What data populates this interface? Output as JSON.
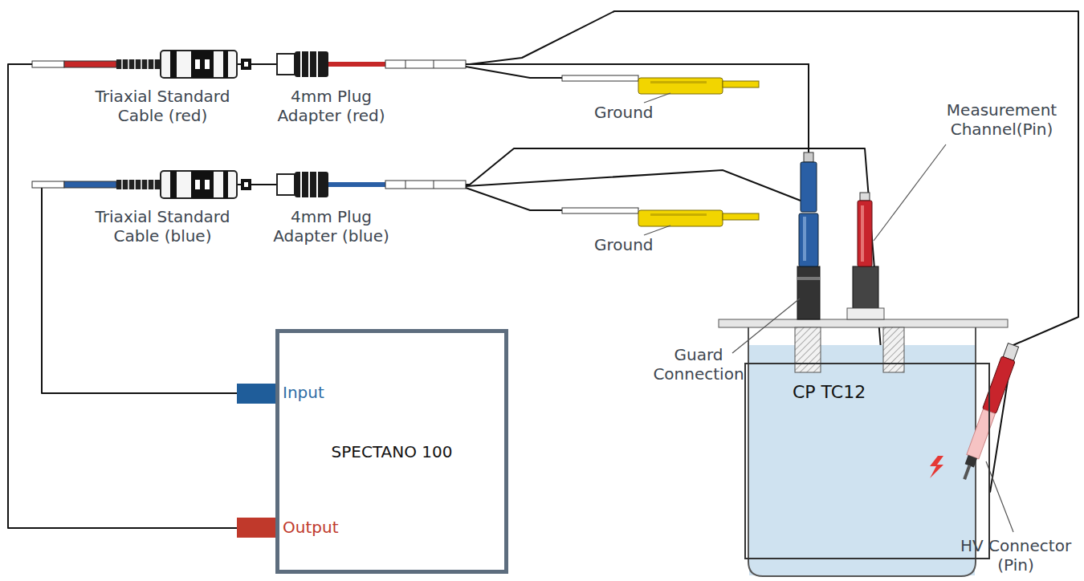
{
  "diagram": {
    "nodes": [
      {
        "text": [
          "SPECTANO 100"
        ]
      },
      {
        "text": [
          "CP TC12"
        ]
      }
    ],
    "edges": [
      {
        "from": 0,
        "to": 1,
        "arrow": "none"
      },
      {
        "from": 0,
        "to": 1,
        "arrow": "none"
      }
    ],
    "labels": [
      "Triaxial Standard Cable (red)",
      "4mm Plug Adapter (red)",
      "Ground",
      "Measurement Channel(Pin)",
      "Triaxial Standard Cable (blue)",
      "4mm Plug Adapter (blue)",
      "Ground",
      "Guard Connection",
      "Input",
      "Output",
      "HV Connector (Pin)"
    ]
  }
}
